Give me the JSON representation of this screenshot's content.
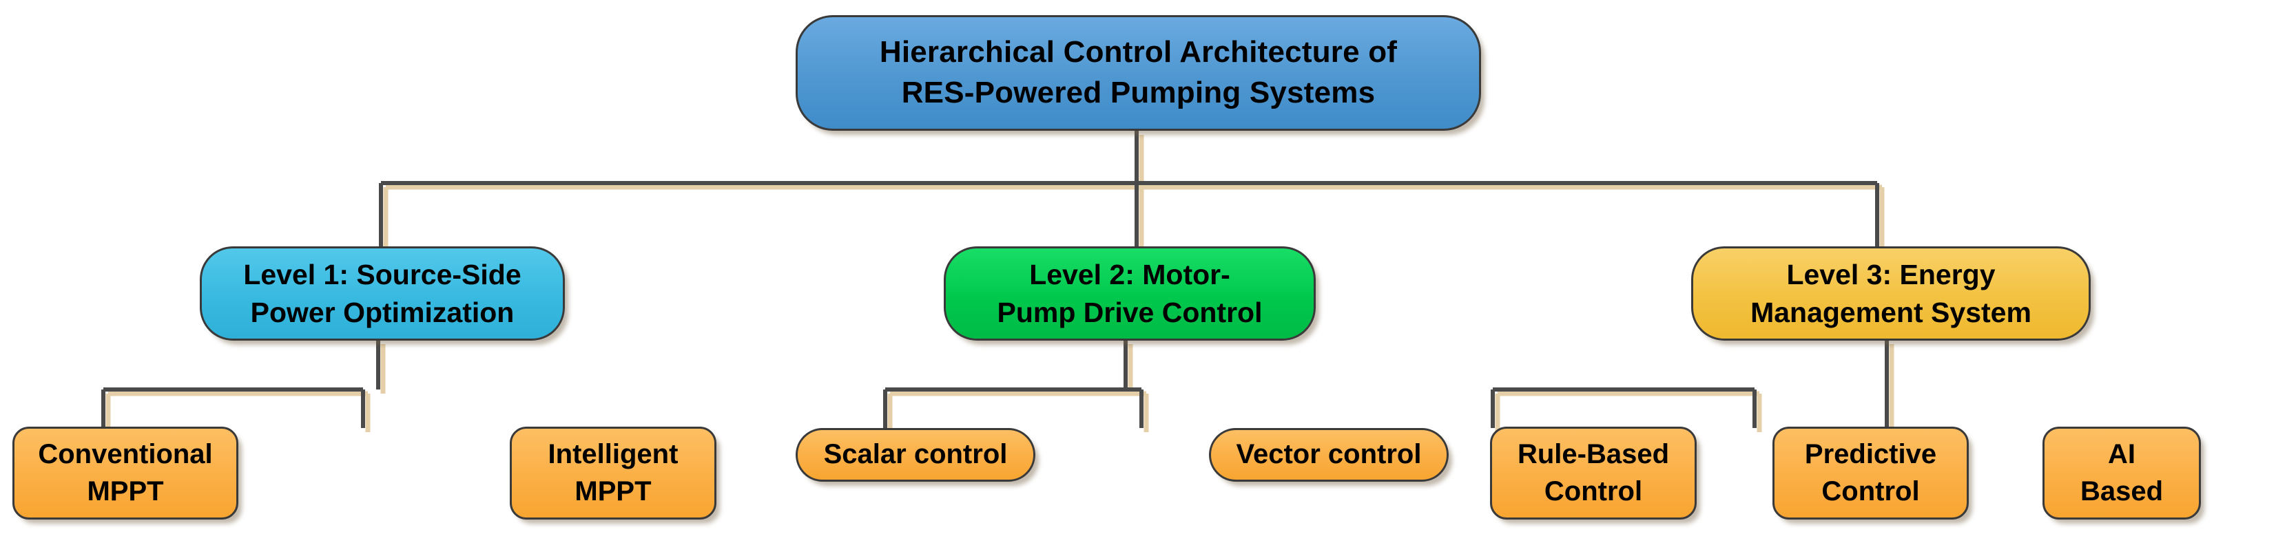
{
  "diagram": {
    "title": "Hierarchical Control Architecture of RES-Powered Pumping Systems",
    "type": "hierarchy-tree",
    "colors": {
      "root": "#5B9BD5",
      "level1": "#41BCE0",
      "level2": "#00C64F",
      "level3": "#F5C243",
      "leaf": "#FBAF45",
      "connector": "#3a3a3a",
      "connector_shadow": "#e4cfa9",
      "text": "#000000",
      "background": "#FFFFFF"
    },
    "root": {
      "label": "Hierarchical Control Architecture of\nRES-Powered Pumping Systems"
    },
    "branches": [
      {
        "label": "Level 1: Source-Side\nPower Optimization",
        "children": [
          {
            "label": "Conventional\nMPPT"
          },
          {
            "label": "Intelligent\nMPPT"
          }
        ]
      },
      {
        "label": "Level 2: Motor-\nPump Drive Control",
        "children": [
          {
            "label": "Scalar control"
          },
          {
            "label": "Vector control"
          }
        ]
      },
      {
        "label": "Level 3: Energy\nManagement System",
        "children": [
          {
            "label": "Rule-Based\nControl"
          },
          {
            "label": "Predictive\nControl"
          },
          {
            "label": "AI\nBased"
          }
        ]
      }
    ]
  }
}
